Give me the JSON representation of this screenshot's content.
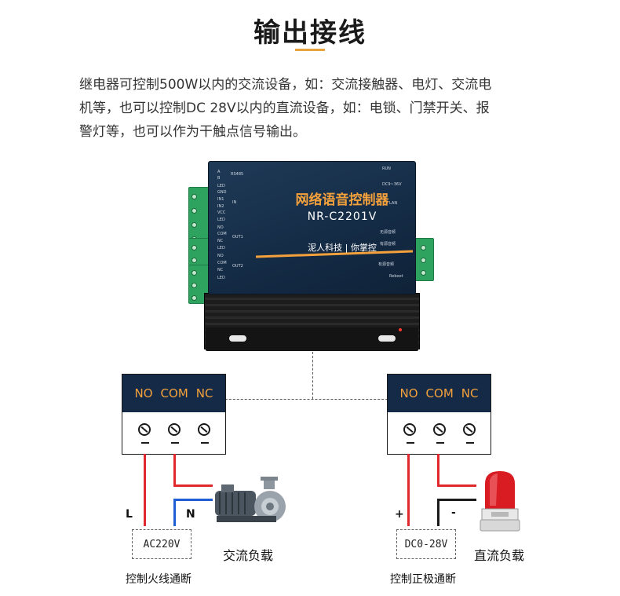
{
  "title": "输出接线",
  "description": {
    "line1": "继电器可控制500W以内的交流设备，如：交流接触器、电灯、交流电",
    "line2": "机等，也可以控制DC 28V以内的直流设备，如：电锁、门禁开关、报",
    "line3": "警灯等，也可以作为干触点信号输出。"
  },
  "device": {
    "name": "网络语音控制器",
    "model": "NR-C2201V",
    "brand": "泥人科技 | 你掌控",
    "labels": {
      "rs485": "RS485",
      "a": "A",
      "b": "B",
      "led": "LED",
      "gnd": "GND",
      "in1": "IN1",
      "in2": "IN2",
      "vcc": "VCC",
      "in": "IN",
      "no": "NO",
      "com": "COM",
      "nc": "NC",
      "out1": "OUT1",
      "out2": "OUT2",
      "run": "RUN",
      "power": "DC9~36V",
      "lan": "LAN",
      "speaker_passive": "无源音频",
      "speaker_active": "有源音频",
      "audio_out": "有源音频",
      "reboot": "Reboot"
    }
  },
  "left_circuit": {
    "terminals": [
      "NO",
      "COM",
      "NC"
    ],
    "wire_l": "L",
    "wire_n": "N",
    "source": "AC220V",
    "load": "交流负载",
    "caption": "控制火线通断"
  },
  "right_circuit": {
    "terminals": [
      "NO",
      "COM",
      "NC"
    ],
    "plus": "+",
    "minus": "-",
    "source": "DC0-28V",
    "load": "直流负载",
    "caption": "控制正极通断"
  },
  "colors": {
    "accent": "#f4a13c",
    "panel": "#142a47",
    "live_wire": "#e0292d",
    "neutral_wire": "#1f5fd6",
    "negative_wire": "#1a1a1a",
    "terminal_green": "#2ea25f"
  },
  "icons": {
    "load_ac": "water-pump-icon",
    "load_dc": "alarm-beacon-icon",
    "terminal": "screw-terminal-icon"
  }
}
